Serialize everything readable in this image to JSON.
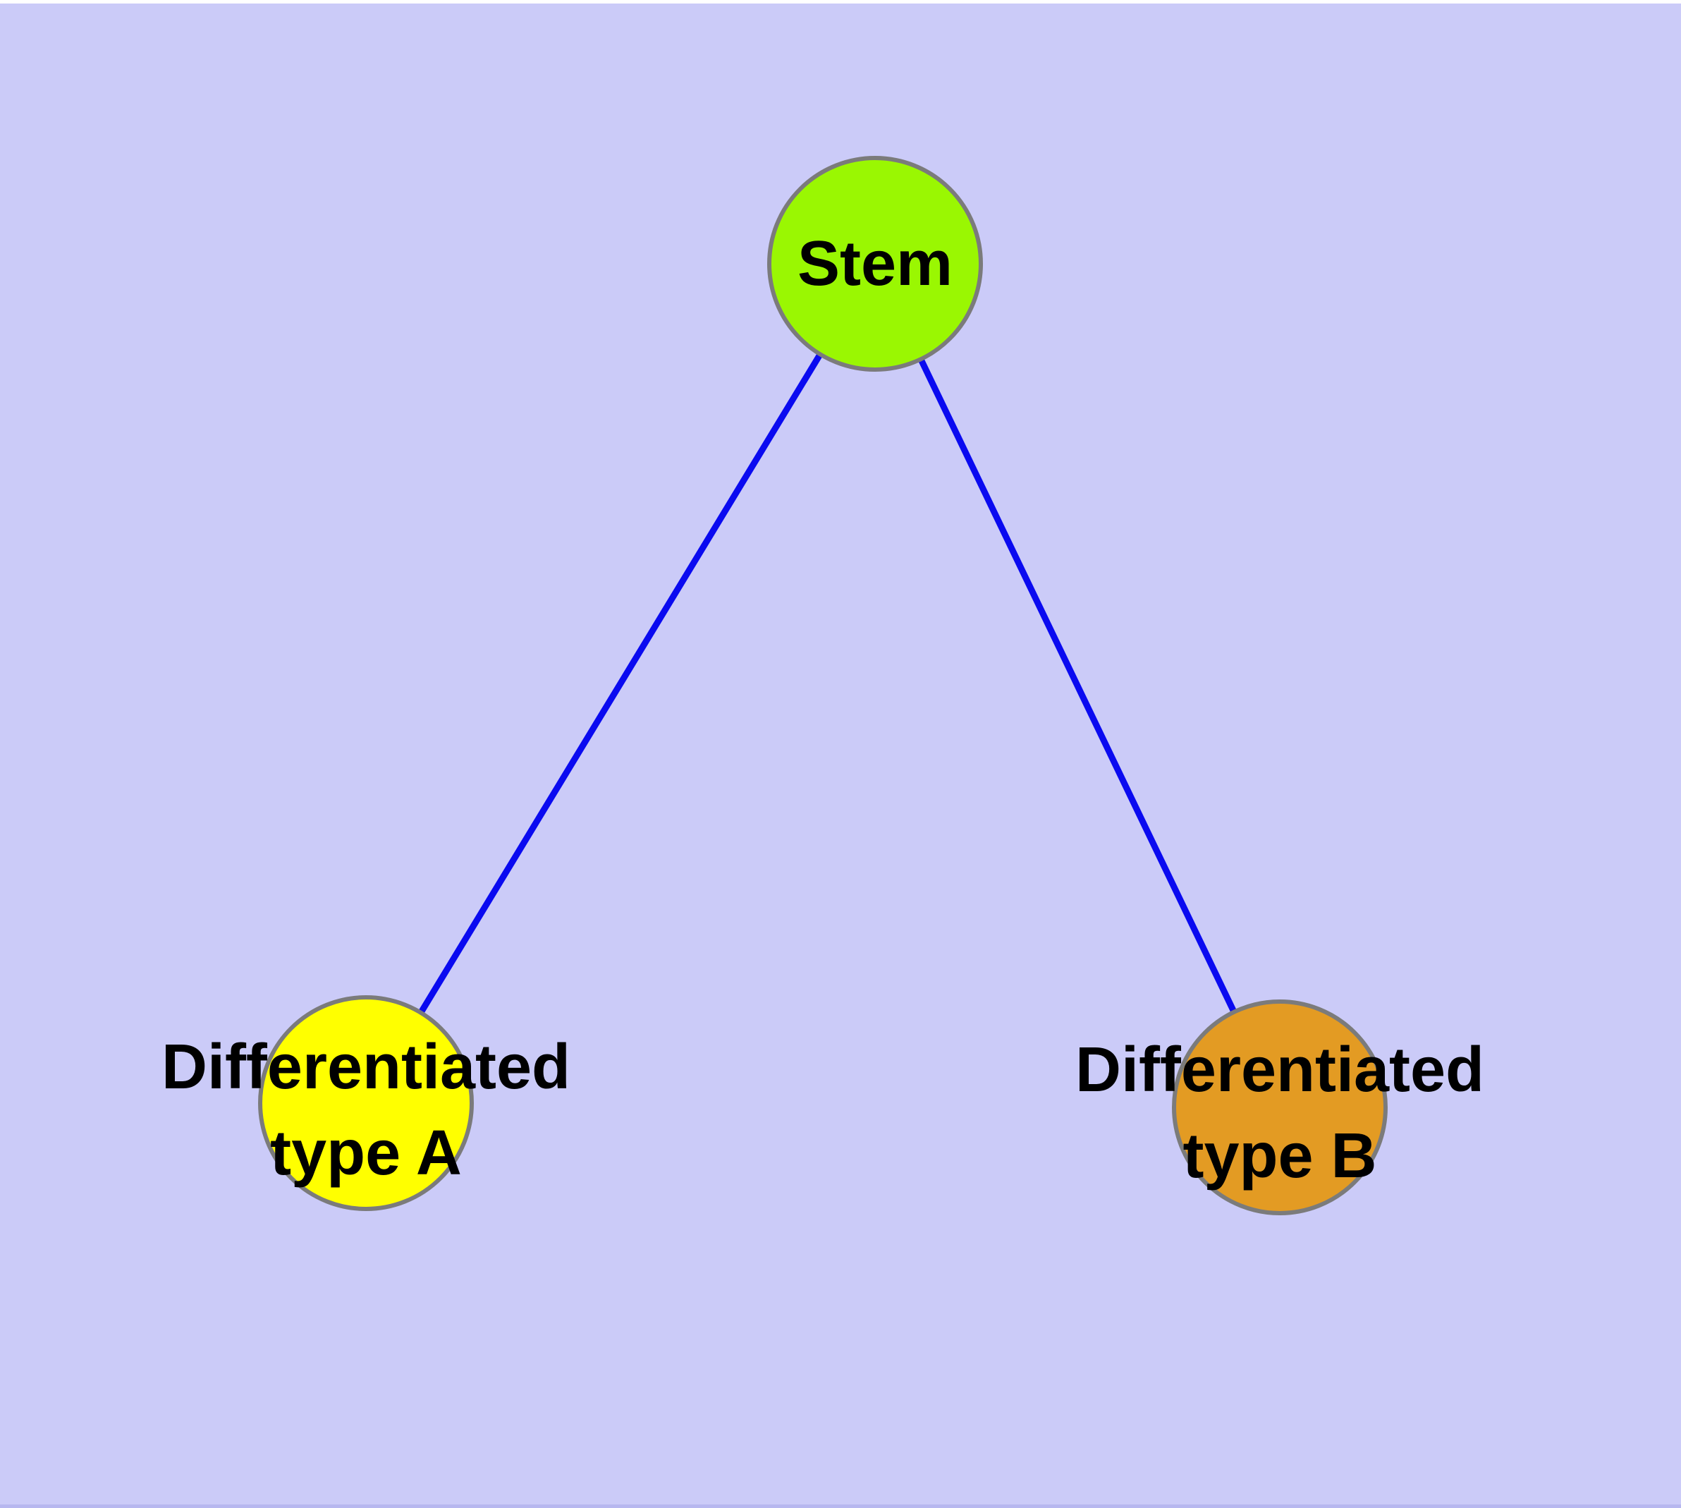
{
  "diagram": {
    "colors": {
      "background": "#CBCBF8",
      "top_border": "#FFFFFF",
      "bottom_border": "#B7B7EF",
      "edge": "#0A0AF0",
      "node_border": "#7B7B7B",
      "label_text": "#000000",
      "stem_fill": "#9AF702",
      "type_a_fill": "#FFFF00",
      "type_b_fill": "#E39B23"
    },
    "nodes": {
      "stem": {
        "label": "Stem"
      },
      "type_a": {
        "label_line1": "Differentiated",
        "label_line2": "type A"
      },
      "type_b": {
        "label_line1": "Differentiated",
        "label_line2": "type B"
      }
    },
    "edges": [
      {
        "from": "Stem",
        "to": "Differentiated type A"
      },
      {
        "from": "Stem",
        "to": "Differentiated type B"
      }
    ]
  }
}
